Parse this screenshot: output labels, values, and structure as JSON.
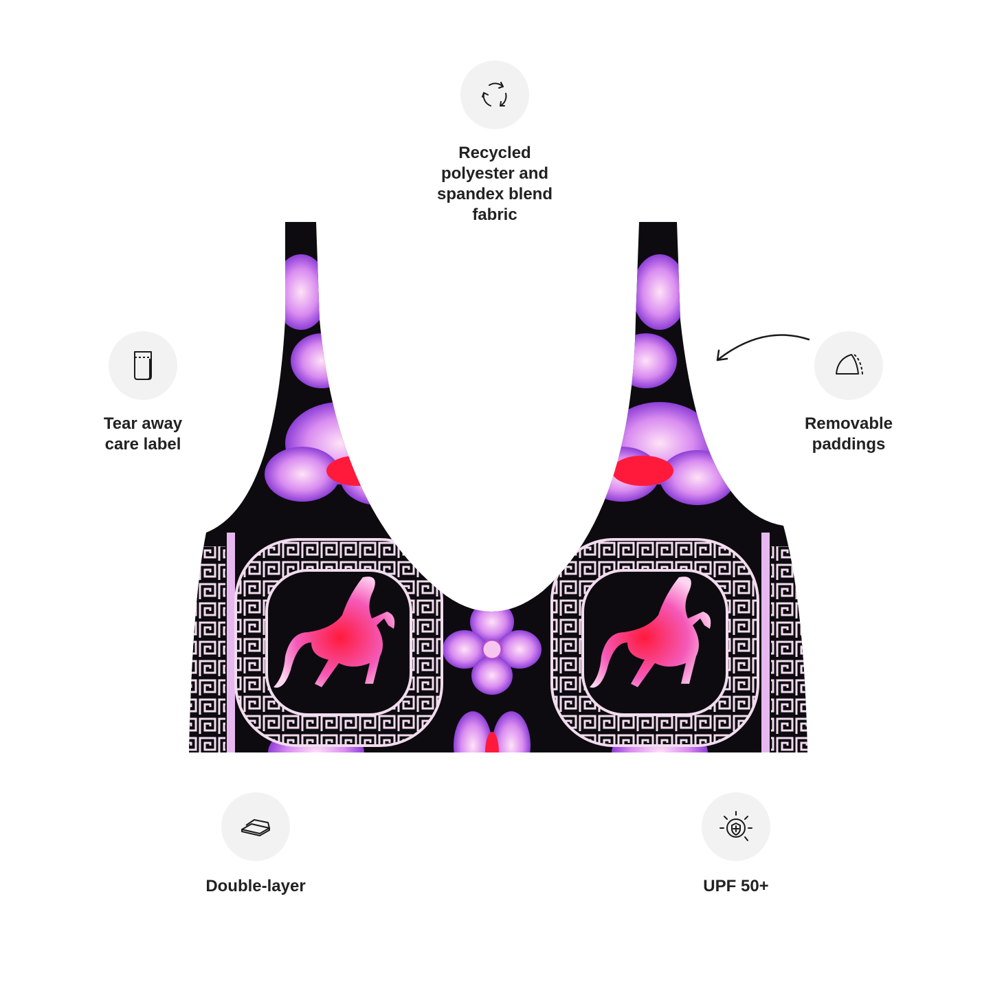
{
  "features": {
    "recycled": {
      "icon": "recycle-icon",
      "label": "Recycled\npolyester and\nspandex blend\nfabric"
    },
    "tear_away": {
      "icon": "care-label-icon",
      "label": "Tear away\ncare label"
    },
    "paddings": {
      "icon": "padding-cup-icon",
      "label": "Removable\npaddings"
    },
    "double_layer": {
      "icon": "layers-icon",
      "label": "Double-layer"
    },
    "upf": {
      "icon": "sun-shield-icon",
      "label": "UPF 50+"
    }
  },
  "colors": {
    "icon_bg": "#f2f2f2",
    "text": "#222222",
    "fabric_base": "#0d0b0f",
    "fabric_purple": "#b04fe6",
    "fabric_pink": "#f07ad6",
    "fabric_red": "#ff1a3c",
    "meander": "#f2dcef"
  }
}
